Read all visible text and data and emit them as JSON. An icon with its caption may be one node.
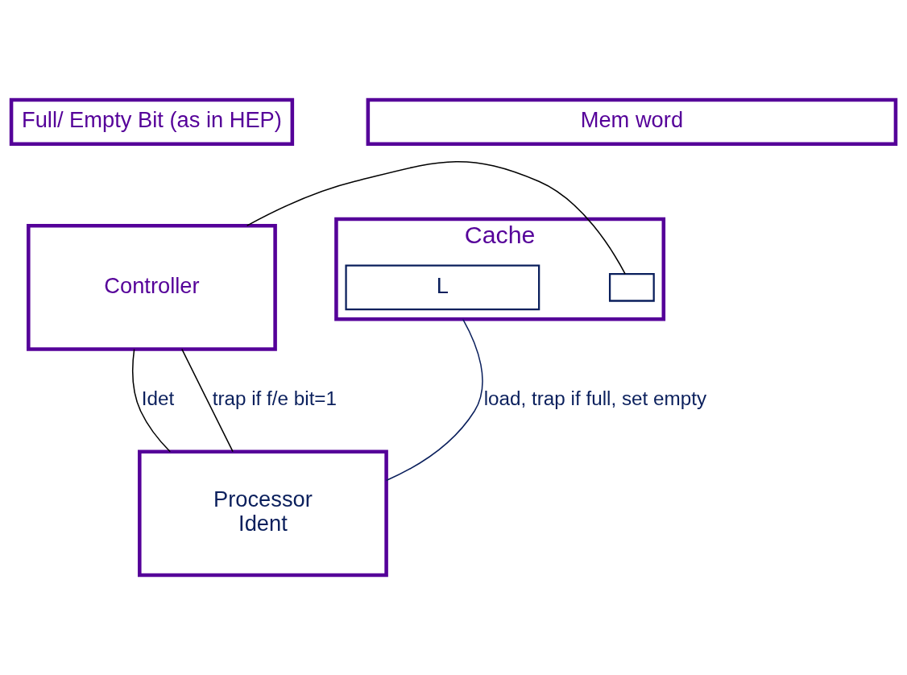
{
  "diagram": {
    "nodes": [
      {
        "text": [
          "Full/ Empty Bit (as in HEP)"
        ]
      },
      {
        "text": [
          "Mem word"
        ]
      },
      {
        "text": [
          "Controller"
        ]
      },
      {
        "text": [
          "Cache"
        ]
      },
      {
        "text": [],
        "shape": "box",
        "in": 3
      },
      {
        "text": [
          "L"
        ],
        "in": 3
      },
      {
        "text": [
          "Processor",
          "Ident"
        ]
      }
    ],
    "edges": [
      {
        "from": 2,
        "to": 4,
        "arrow": "none"
      },
      {
        "from": 2,
        "to": 6,
        "arrow": "none",
        "label": "Idet"
      },
      {
        "from": 2,
        "to": 6,
        "arrow": "none",
        "label": "trap if f/e bit=1"
      },
      {
        "from": 6,
        "to": 3,
        "arrow": "none",
        "label": "load, trap if full, set empty",
        "color": "#0a1f5c"
      }
    ]
  }
}
